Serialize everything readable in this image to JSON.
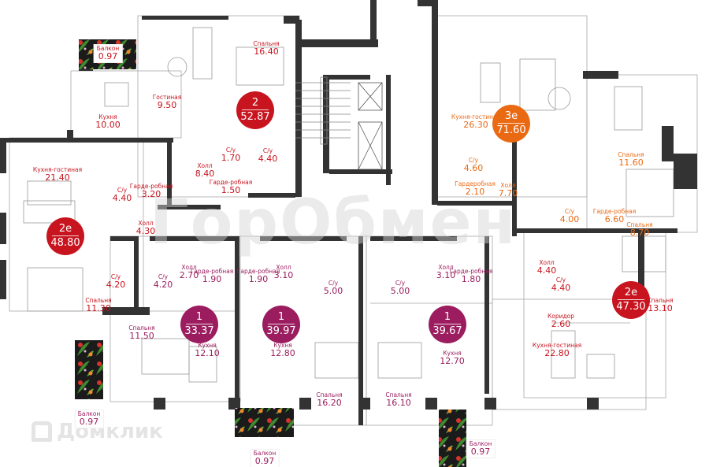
{
  "colors": {
    "two_room": "#c8141e",
    "three_room": "#ea6a14",
    "one_room": "#9b1d5f",
    "wall": "#333333"
  },
  "watermarks": {
    "center": "ГорОбмен",
    "bottom_left": "Домклик"
  },
  "apartments": [
    {
      "id": "apt-2-top-left",
      "color_key": "two_room",
      "badge": {
        "rooms": "2",
        "area": "52.87"
      },
      "rooms": [
        {
          "name": "Спальня",
          "area": "16.40"
        },
        {
          "name": "Гостиная",
          "area": "9.50"
        },
        {
          "name": "Кухня",
          "area": "10.00"
        },
        {
          "name": "С/у",
          "area": "1.70"
        },
        {
          "name": "С/у",
          "area": "4.40"
        },
        {
          "name": "Холл",
          "area": "8.40"
        },
        {
          "name": "Гарде-робная",
          "area": "1.50"
        },
        {
          "name": "Балкон",
          "area": "0.97"
        }
      ]
    },
    {
      "id": "apt-2e-left",
      "color_key": "two_room",
      "badge": {
        "rooms": "2е",
        "area": "48.80"
      },
      "rooms": [
        {
          "name": "Кухня-гостиная",
          "area": "21.40"
        },
        {
          "name": "С/у",
          "area": "4.40"
        },
        {
          "name": "Гарде-робная",
          "area": "3.20"
        },
        {
          "name": "Холл",
          "area": "4.30"
        },
        {
          "name": "С/у",
          "area": "4.20"
        },
        {
          "name": "Спальня",
          "area": "11.30"
        }
      ]
    },
    {
      "id": "apt-1-a",
      "color_key": "one_room",
      "badge": {
        "rooms": "1",
        "area": "33.37"
      },
      "rooms": [
        {
          "name": "С/у",
          "area": "4.20"
        },
        {
          "name": "Холл",
          "area": "2.70"
        },
        {
          "name": "Гарде-робная",
          "area": "1.90"
        },
        {
          "name": "Спальня",
          "area": "11.50"
        },
        {
          "name": "Кухня",
          "area": "12.10"
        },
        {
          "name": "Балкон",
          "area": "0.97"
        }
      ]
    },
    {
      "id": "apt-1-b",
      "color_key": "one_room",
      "badge": {
        "rooms": "1",
        "area": "39.97"
      },
      "rooms": [
        {
          "name": "Гарде-робная",
          "area": "1.90"
        },
        {
          "name": "Холл",
          "area": "3.10"
        },
        {
          "name": "С/у",
          "area": "5.00"
        },
        {
          "name": "Кухня",
          "area": "12.80"
        },
        {
          "name": "Спальня",
          "area": "16.20"
        },
        {
          "name": "Балкон",
          "area": "0.97"
        }
      ]
    },
    {
      "id": "apt-1-c",
      "color_key": "one_room",
      "badge": {
        "rooms": "1",
        "area": "39.67"
      },
      "rooms": [
        {
          "name": "С/у",
          "area": "5.00"
        },
        {
          "name": "Холл",
          "area": "3.10"
        },
        {
          "name": "Гарде-робная",
          "area": "1.80"
        },
        {
          "name": "Кухня",
          "area": "12.70"
        },
        {
          "name": "Спальня",
          "area": "16.10"
        },
        {
          "name": "Балкон",
          "area": "0.97"
        }
      ]
    },
    {
      "id": "apt-3e",
      "color_key": "three_room",
      "badge": {
        "rooms": "3е",
        "area": "71.60"
      },
      "rooms": [
        {
          "name": "Кухня-гостиная",
          "area": "26.30"
        },
        {
          "name": "С/у",
          "area": "4.60"
        },
        {
          "name": "Гардеробная",
          "area": "2.10"
        },
        {
          "name": "Холл",
          "area": "7.70"
        },
        {
          "name": "Спальня",
          "area": "11.60"
        },
        {
          "name": "С/у",
          "area": "4.00"
        },
        {
          "name": "Гарде-робная",
          "area": "6.60"
        },
        {
          "name": "Спальня",
          "area": "8.70"
        }
      ]
    },
    {
      "id": "apt-2e-right",
      "color_key": "two_room",
      "badge": {
        "rooms": "2е",
        "area": "47.30"
      },
      "rooms": [
        {
          "name": "Холл",
          "area": "4.40"
        },
        {
          "name": "С/у",
          "area": "4.40"
        },
        {
          "name": "Коридор",
          "area": "2.60"
        },
        {
          "name": "Спальня",
          "area": "13.10"
        },
        {
          "name": "Кухня-гостиная",
          "area": "22.80"
        }
      ]
    }
  ]
}
